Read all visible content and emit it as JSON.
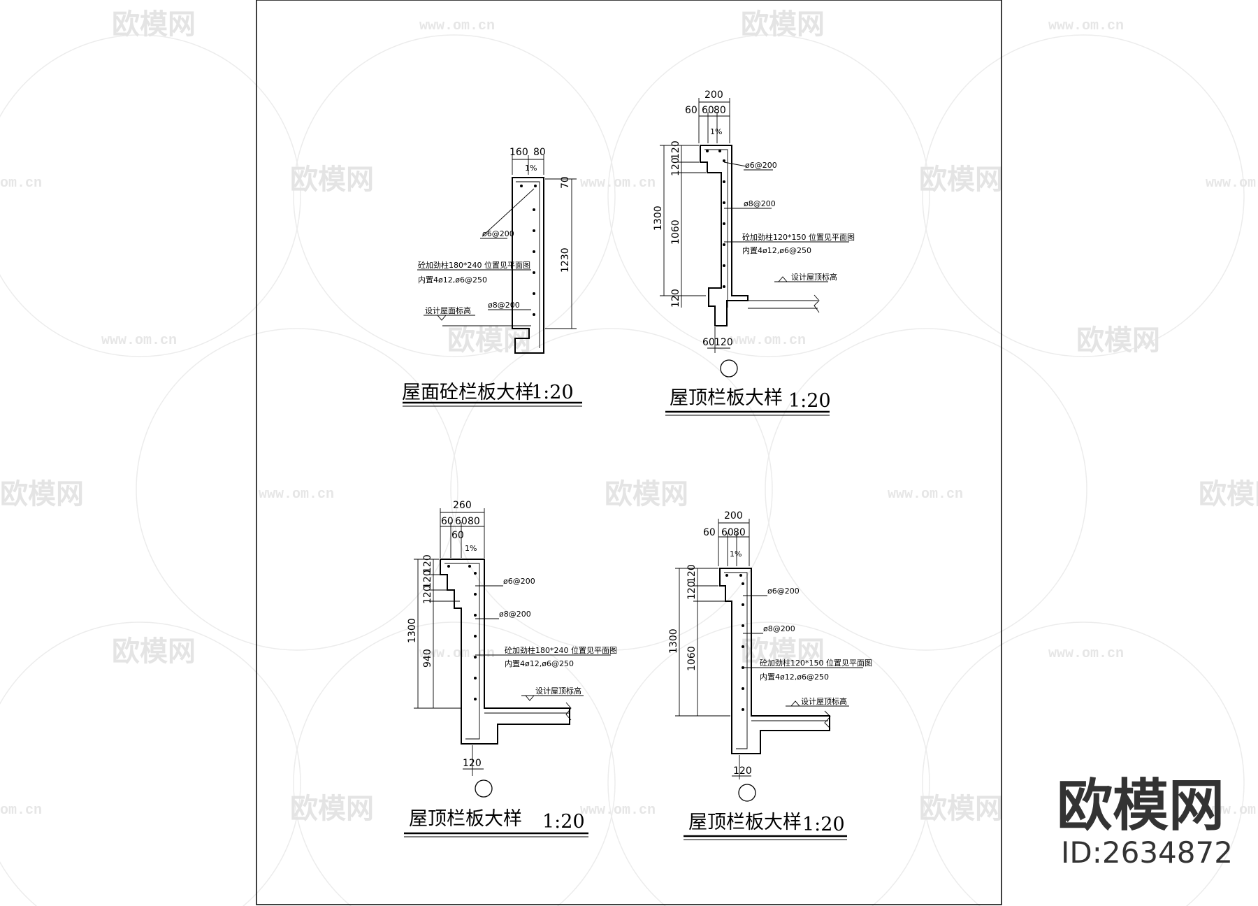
{
  "watermark": {
    "brand": "欧模网",
    "url": "www.om.cn",
    "url_partial": "om.cn",
    "colors": {
      "watermark": "#e4e4e4"
    }
  },
  "details": [
    {
      "title": "屋面砼栏板大样",
      "scale": "1:20",
      "dims_top": [
        "160",
        "80"
      ],
      "dims_side": [
        "70",
        "1230"
      ],
      "slope": "1%",
      "notes": [
        "ø6@200",
        "砼加劲柱180*240 位置见平面图",
        "内置4ø12,ø6@250",
        "ø8@200",
        "设计屋面标高"
      ]
    },
    {
      "title": "屋顶栏板大样",
      "scale": "1:20",
      "dims_top": [
        "200",
        "60",
        "60",
        "80"
      ],
      "dims_side": [
        "1300",
        "120",
        "120",
        "1060",
        "120"
      ],
      "dims_bottom": [
        "60",
        "120"
      ],
      "slope": "1%",
      "notes": [
        "ø6@200",
        "ø8@200",
        "砼加劲柱120*150 位置见平面图",
        "内置4ø12,ø6@250",
        "设计屋顶标高"
      ]
    },
    {
      "title": "屋顶栏板大样",
      "scale": "1:20",
      "dims_top": [
        "260",
        "60",
        "60",
        "80",
        "60"
      ],
      "dims_side": [
        "1300",
        "120",
        "120",
        "120",
        "940"
      ],
      "dims_bottom": [
        "120"
      ],
      "slope": "1%",
      "notes": [
        "ø6@200",
        "ø8@200",
        "砼加劲柱180*240 位置见平面图",
        "内置4ø12,ø6@250",
        "设计屋顶标高"
      ]
    },
    {
      "title": "屋顶栏板大样",
      "scale": "1:20",
      "dims_top": [
        "200",
        "60",
        "60",
        "80"
      ],
      "dims_side": [
        "1300",
        "120",
        "120",
        "1060"
      ],
      "dims_bottom": [
        "120"
      ],
      "slope": "1%",
      "notes": [
        "ø6@200",
        "ø8@200",
        "砼加劲柱120*150 位置见平面图",
        "内置4ø12,ø6@250",
        "设计屋顶标高"
      ]
    }
  ],
  "corner_brand": {
    "name": "欧模网",
    "id": "ID:2634872"
  }
}
